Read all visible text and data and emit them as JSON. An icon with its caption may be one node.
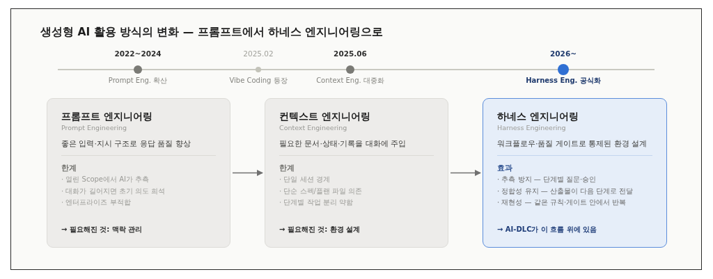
{
  "diagram": {
    "title": "생성형 AI 활용 방식의 변화 — 프롬프트에서 하네스 엔지니어링으로",
    "nodes": [
      {
        "text": [],
        "shape": "circle",
        "beside": [
          "2022~2024",
          "Prompt Eng. 확산"
        ]
      },
      {
        "text": [],
        "shape": "circle",
        "beside": [
          "2025.02",
          "Vibe Coding 등장"
        ]
      },
      {
        "text": [],
        "shape": "circle",
        "beside": [
          "2025.06",
          "Context Eng. 대중화"
        ]
      },
      {
        "text": [],
        "shape": "circle",
        "beside": [
          "2026~",
          "Harness Eng. 공식화"
        ]
      },
      {
        "text": [
          "프롬프트 엔지니어링",
          "Prompt Engineering",
          "좋은 입력·지시 구조로 응답 품질 향상",
          "한계",
          "· 열린 Scope에서 AI가 추측",
          "· 대화가 길어지면 초기 의도 희석",
          "· 엔터프라이즈 부적합",
          "→ 필요해진 것: 맥락 관리"
        ]
      },
      {
        "text": [
          "컨텍스트 엔지니어링",
          "Context Engineering",
          "필요한 문서·상태·기록을 대화에 주입",
          "한계",
          "· 단일 세션 경계",
          "· 단순 스펙/플랜 파일 의존",
          "· 단계별 작업 분리 약함",
          "→ 필요해진 것: 환경 설계"
        ]
      },
      {
        "text": [
          "하네스 엔지니어링",
          "Harness Engineering",
          "워크플로우·품질 게이트로 통제된 환경 설계",
          "효과",
          "· 추측 방지 — 단계별 질문·승인",
          "· 정합성 유지 — 산출물이 다음 단계로 전달",
          "· 재현성 — 같은 규칙·게이트 안에서 반복",
          "→ AI-DLC가 이 흐름 위에 있음"
        ]
      }
    ],
    "edges": [
      {
        "from": 4,
        "to": 5,
        "arrow": "to"
      },
      {
        "from": 5,
        "to": 6,
        "arrow": "to"
      }
    ]
  }
}
